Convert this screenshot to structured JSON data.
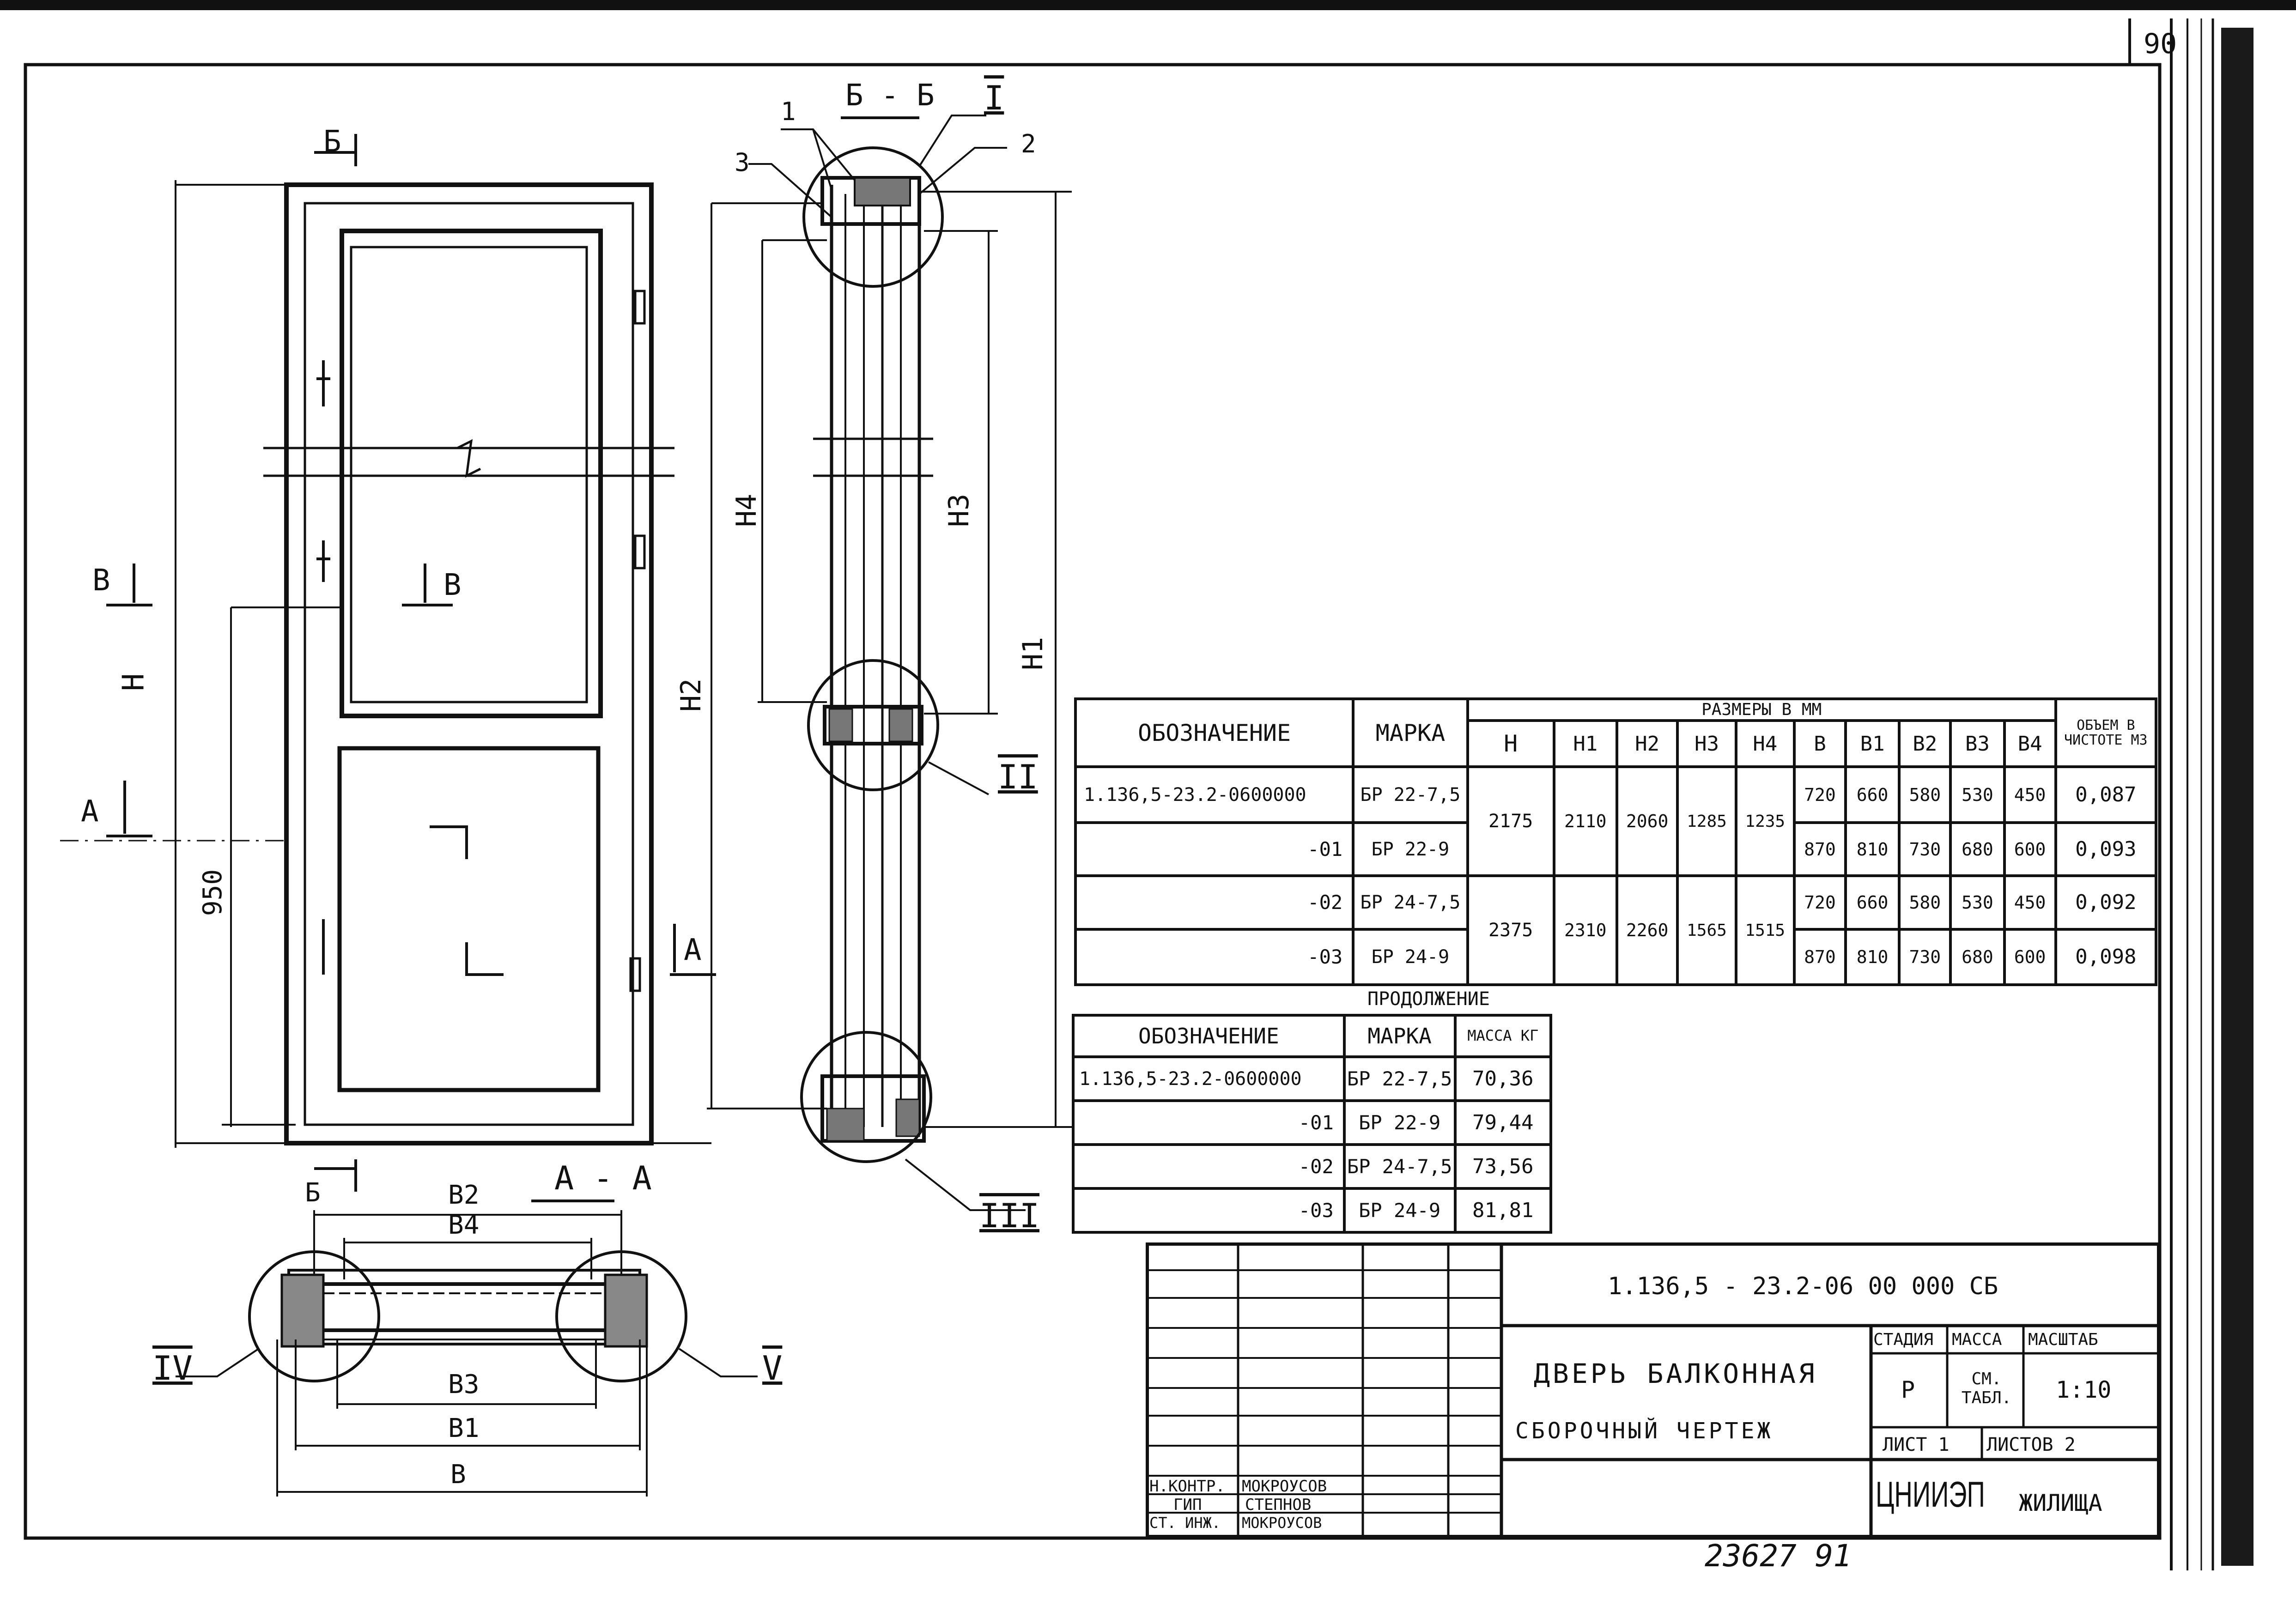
{
  "sheet": {
    "page_number": "90",
    "bottom_stamp": "23627  91"
  },
  "elevation": {
    "section_marks": {
      "b": "Б",
      "v": "В",
      "a": "А"
    },
    "dims": {
      "h": "Н",
      "h2": "Н2",
      "h950": "950"
    }
  },
  "section_bb": {
    "title": "Б - Б",
    "callouts": {
      "n1": "1",
      "n2": "2",
      "n3": "3"
    },
    "nodes": {
      "i": "I",
      "ii": "II",
      "iii": "III"
    },
    "dims": {
      "h4": "Н4",
      "h3": "Н3",
      "h1": "Н1"
    }
  },
  "section_aa": {
    "title": "А - А",
    "mark_b": "Б",
    "dims": {
      "b2": "В2",
      "b4": "В4",
      "b3": "В3",
      "b1": "В1",
      "b": "В"
    },
    "nodes": {
      "iv": "IV",
      "v": "V"
    }
  },
  "dims_table": {
    "group_header": "РАЗМЕРЫ В ММ",
    "volume_header": "ОБЪЕМ В ЧИСТОТЕ М3",
    "columns": [
      "ОБОЗНАЧЕНИЕ",
      "МАРКА",
      "Н",
      "Н1",
      "Н2",
      "Н3",
      "Н4",
      "В",
      "В1",
      "В2",
      "В3",
      "В4"
    ],
    "rows": [
      {
        "oboz": "1.136,5-23.2-0600000",
        "marka": "БР 22-7,5",
        "b": "720",
        "b1": "660",
        "b2": "580",
        "b3": "530",
        "b4": "450",
        "vol": "0,087"
      },
      {
        "oboz": "-01",
        "marka": "БР 22-9",
        "b": "870",
        "b1": "810",
        "b2": "730",
        "b3": "680",
        "b4": "600",
        "vol": "0,093"
      },
      {
        "oboz": "-02",
        "marka": "БР 24-7,5",
        "b": "720",
        "b1": "660",
        "b2": "580",
        "b3": "530",
        "b4": "450",
        "vol": "0,092"
      },
      {
        "oboz": "-03",
        "marka": "БР 24-9",
        "b": "870",
        "b1": "810",
        "b2": "730",
        "b3": "680",
        "b4": "600",
        "vol": "0,098"
      }
    ],
    "h_groups": [
      {
        "h": "2175",
        "h1": "2110",
        "h2": "2060",
        "h3": "1285",
        "h4": "1235"
      },
      {
        "h": "2375",
        "h1": "2310",
        "h2": "2260",
        "h3": "1565",
        "h4": "1515"
      }
    ]
  },
  "mass_table": {
    "caption": "ПРОДОЛЖЕНИЕ",
    "columns": [
      "ОБОЗНАЧЕНИЕ",
      "МАРКА",
      "МАССА КГ"
    ],
    "rows": [
      {
        "oboz": "1.136,5-23.2-0600000",
        "marka": "БР 22-7,5",
        "mass": "70,36"
      },
      {
        "oboz": "-01",
        "marka": "БР 22-9",
        "mass": "79,44"
      },
      {
        "oboz": "-02",
        "marka": "БР 24-7,5",
        "mass": "73,56"
      },
      {
        "oboz": "-03",
        "marka": "БР 24-9",
        "mass": "81,81"
      }
    ]
  },
  "title_block": {
    "doc_code": "1.136,5 - 23.2-06 00 000 СБ",
    "name_line1": "ДВЕРЬ БАЛКОННАЯ",
    "name_line2": "СБОРОЧНЫЙ ЧЕРТЕЖ",
    "stage_label": "СТАДИЯ",
    "mass_label": "МАССА",
    "scale_label": "МАСШТАБ",
    "stage": "Р",
    "mass": "СМ. ТАБЛ.",
    "scale": "1:10",
    "sheet": "ЛИСТ 1",
    "sheets": "ЛИСТОВ 2",
    "org_logo": "ЦНИИЭП",
    "org_suffix": "ЖИЛИЩА",
    "signers": [
      {
        "role": "Н.КОНТР.",
        "name": "МОКРОУСОВ"
      },
      {
        "role": "ГИП",
        "name": "СТЕПНОВ"
      },
      {
        "role": "СТ. ИНЖ.",
        "name": "МОКРОУСОВ"
      }
    ]
  }
}
